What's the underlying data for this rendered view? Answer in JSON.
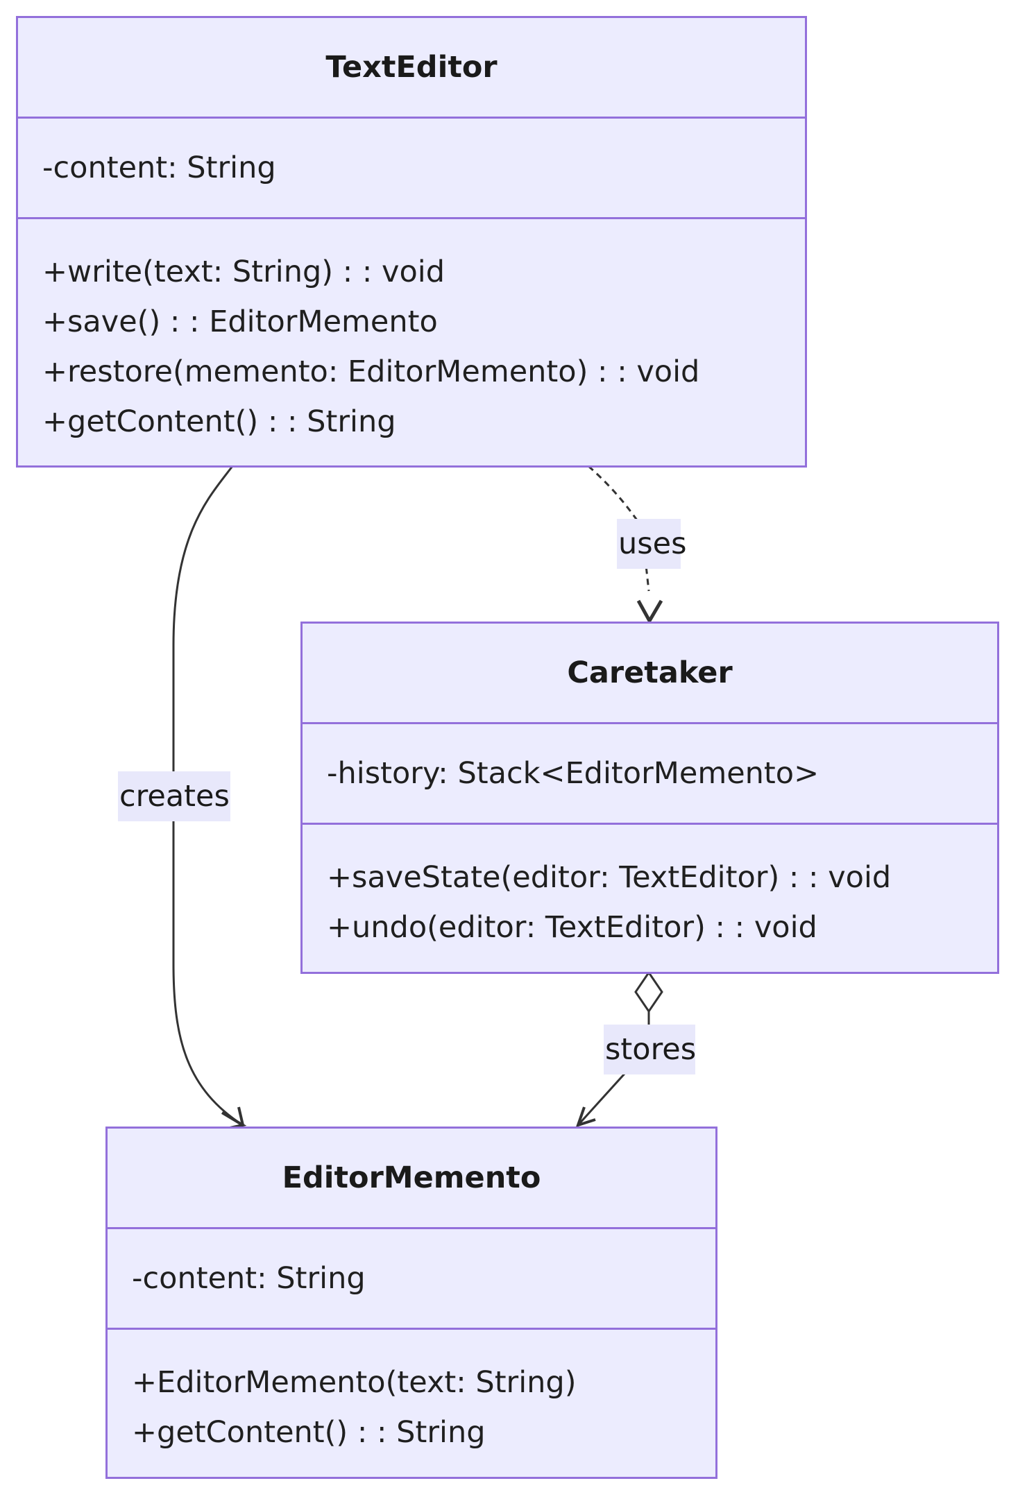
{
  "classes": {
    "text_editor": {
      "name": "TextEditor",
      "attributes": [
        "-content: String"
      ],
      "methods": [
        "+write(text: String) : : void",
        "+save() : : EditorMemento",
        "+restore(memento: EditorMemento) : : void",
        "+getContent() : : String"
      ]
    },
    "caretaker": {
      "name": "Caretaker",
      "attributes": [
        "-history: Stack<EditorMemento>"
      ],
      "methods": [
        "+saveState(editor: TextEditor) : : void",
        "+undo(editor: TextEditor) : : void"
      ]
    },
    "editor_memento": {
      "name": "EditorMemento",
      "attributes": [
        "-content: String"
      ],
      "methods": [
        "+EditorMemento(text: String)",
        "+getContent() : : String"
      ]
    }
  },
  "relations": {
    "uses": "uses",
    "creates": "creates",
    "stores": "stores"
  },
  "colors": {
    "class_fill": "#ececfe",
    "class_border": "#9370db",
    "edge": "#333333",
    "label_bg": "#e8e8fb"
  }
}
